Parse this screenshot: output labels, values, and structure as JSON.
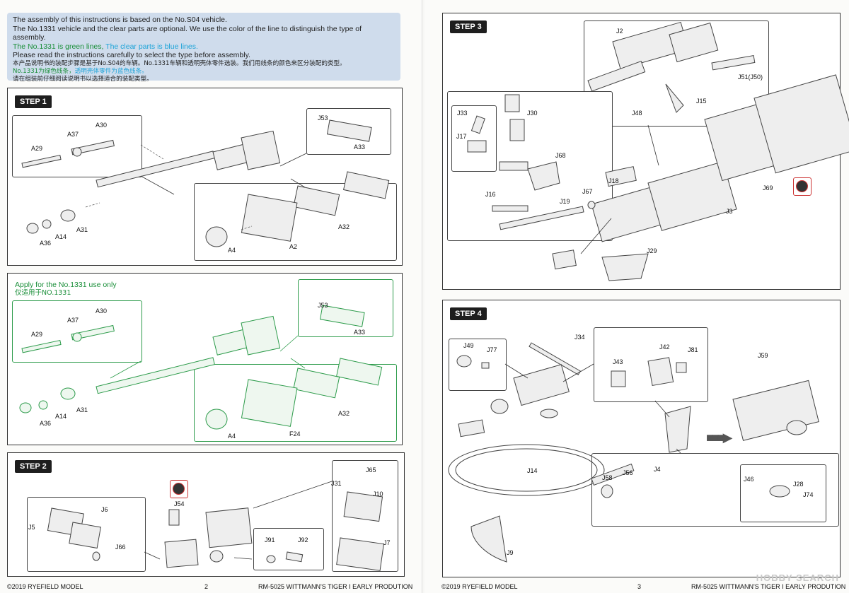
{
  "note": {
    "en1": "The assembly of this instructions is based on the No.S04 vehicle.",
    "en2": "The No.1331 vehicle and the clear parts are optional. We use the color of the line to distinguish the type of assembly.",
    "en3a": "The No.1331 is green lines,",
    "en3b": " The clear parts is blue lines.",
    "en4": "Please read the instructions carefully to select the type before assembly.",
    "cn1": "本产品说明书的装配步骤是基于No.S04的车辆。No.1331车辆和透明壳体零件选装。我们用线条的颜色来区分装配的类型。",
    "cn2a": "No.1331为绿色线条，",
    "cn2b": "透明壳体零件为蓝色线条。",
    "cn3": "请在组装前仔细阅读说明书以选择适合的装配类型。"
  },
  "steps": {
    "s1": "STEP 1",
    "s2": "STEP 2",
    "s3": "STEP 3",
    "s4": "STEP 4"
  },
  "apply": {
    "en": "Apply for the No.1331 use only",
    "cn": "仅适用于NO.1331"
  },
  "parts_s1": [
    "A30",
    "A37",
    "A29",
    "J53",
    "A33",
    "A31",
    "A14",
    "A36",
    "A32",
    "A4",
    "A2"
  ],
  "parts_s1g": [
    "A30",
    "A37",
    "A29",
    "J53",
    "A33",
    "A31",
    "A14",
    "A36",
    "A32",
    "A4",
    "F24"
  ],
  "parts_s2": [
    "J54",
    "J6",
    "J5",
    "J66",
    "J65",
    "J31",
    "J10",
    "J91",
    "J92",
    "J7"
  ],
  "parts_s3": [
    "J2",
    "J51(J50)",
    "J33",
    "J30",
    "J15",
    "J48",
    "J17",
    "J68",
    "J16",
    "J19",
    "J18",
    "J67",
    "J69",
    "J3",
    "J29"
  ],
  "parts_s4": [
    "J34",
    "J49",
    "J77",
    "J42",
    "J81",
    "J43",
    "J59",
    "J14",
    "J58",
    "J56",
    "J4",
    "J46",
    "J28",
    "J74",
    "J9"
  ],
  "footer": {
    "left_copy": "©2019 RYEFIELD MODEL",
    "left_page": "2",
    "left_title": "RM-5025 WITTMANN'S TIGER I EARLY PRODUTION",
    "right_copy": "©2019 RYEFIELD MODEL",
    "right_page": "3",
    "right_title": "RM-5025 WITTMANN'S TIGER I EARLY PRODUTION",
    "watermark": "HOBBY SEARCH"
  }
}
